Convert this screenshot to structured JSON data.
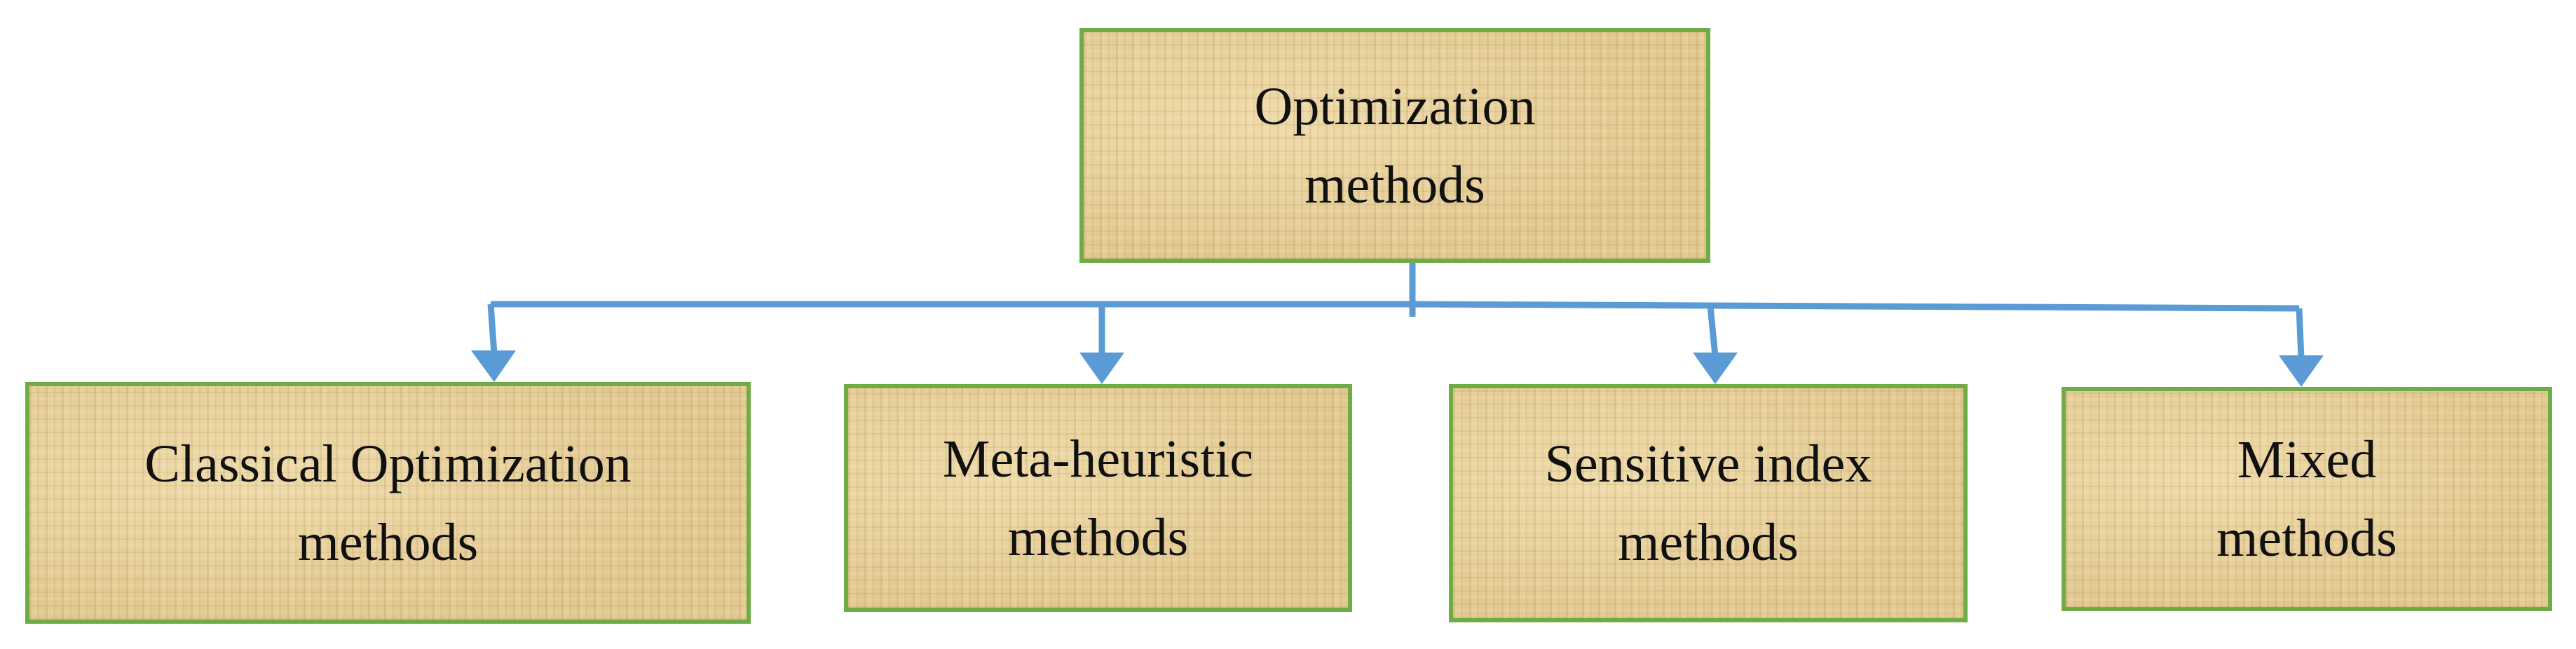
{
  "diagram": {
    "root": {
      "line1": "Optimization",
      "line2": "methods"
    },
    "children": [
      {
        "line1": "Classical Optimization",
        "line2": "methods"
      },
      {
        "line1": "Meta-heuristic",
        "line2": "methods"
      },
      {
        "line1": "Sensitive index",
        "line2": "methods"
      },
      {
        "line1": "Mixed",
        "line2": "methods"
      }
    ],
    "colors": {
      "box_border": "#6fac46",
      "box_fill": "#e6cf99",
      "connector": "#5b9bd5",
      "text": "#111111"
    }
  }
}
